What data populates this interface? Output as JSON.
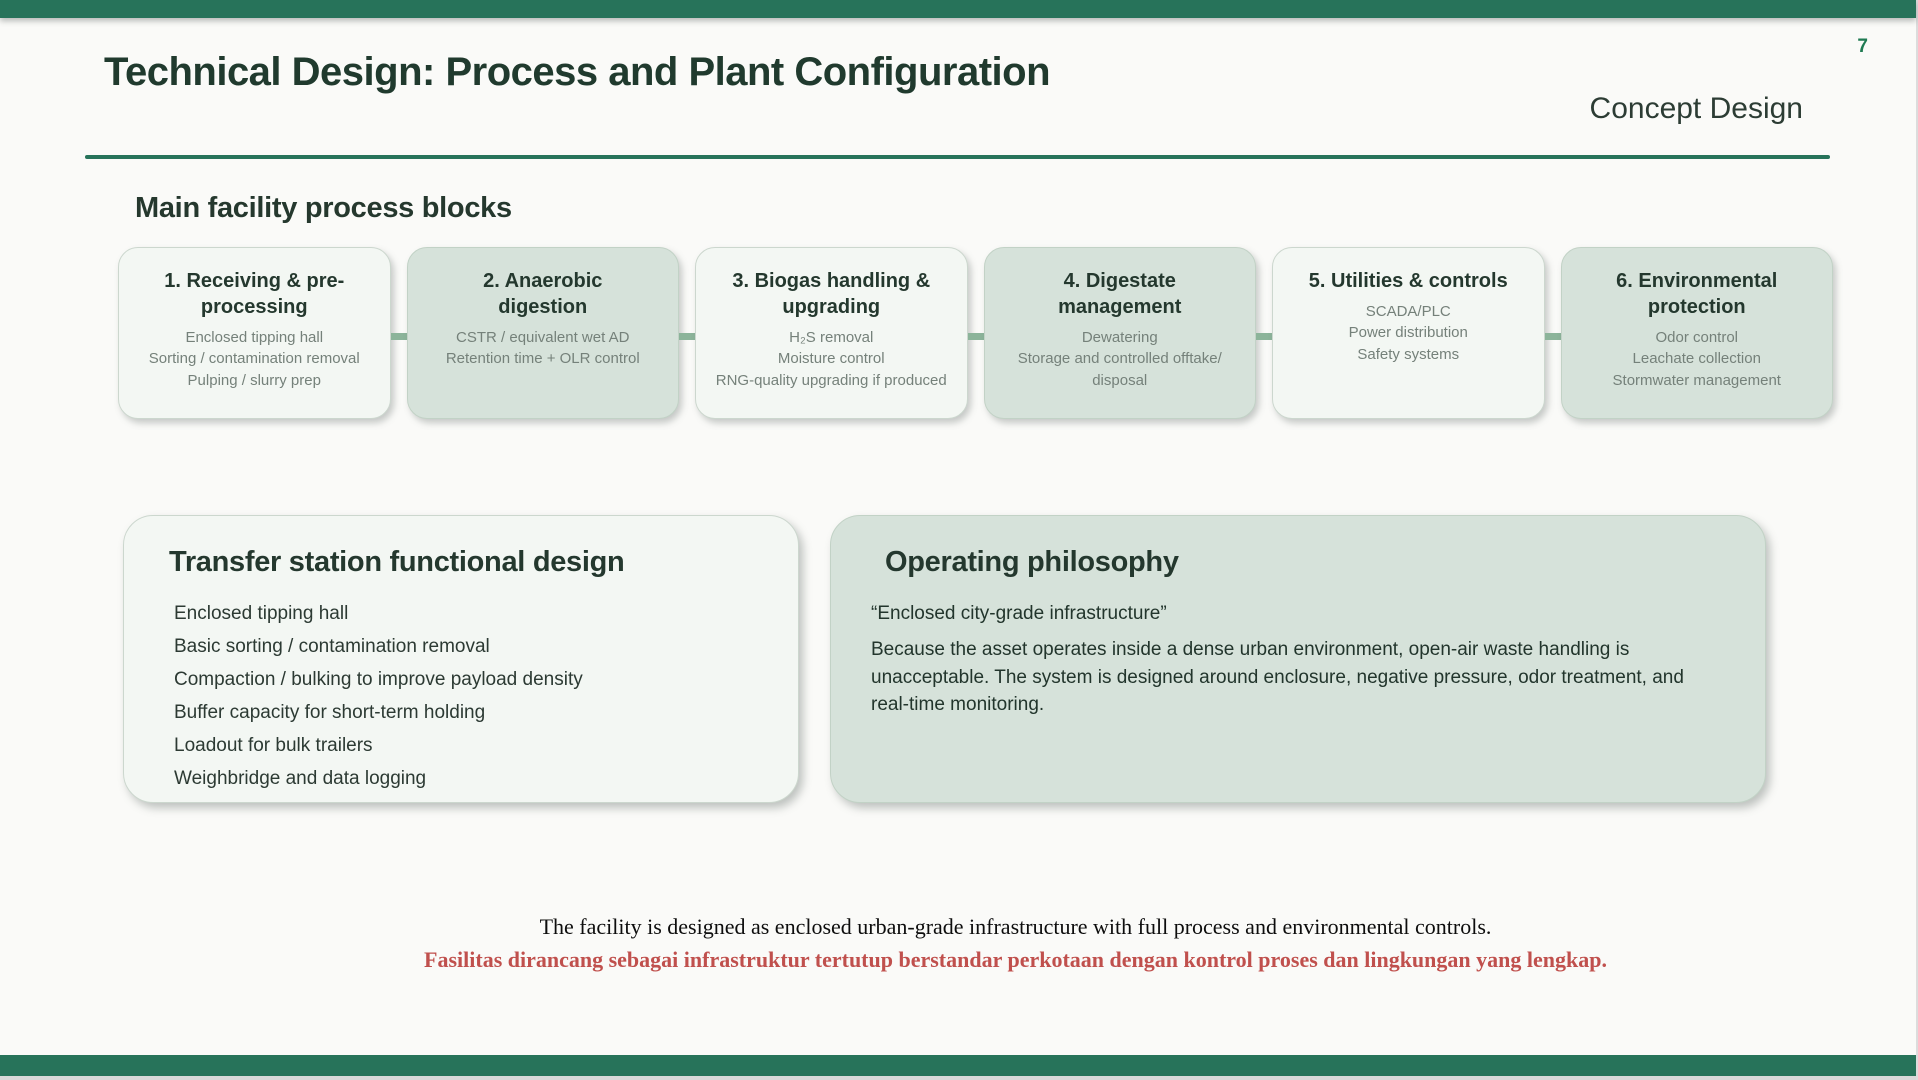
{
  "page": {
    "title": "Technical Design: Process and Plant Configuration",
    "number": "7",
    "subtitle": "Concept Design"
  },
  "section_heading": "Main facility process blocks",
  "process_blocks": [
    {
      "variant": "light",
      "title": "1. Receiving & pre-processing",
      "items": [
        "Enclosed tipping hall",
        "Sorting / contamination removal",
        "Pulping / slurry prep"
      ]
    },
    {
      "variant": "green",
      "title": "2. Anaerobic digestion",
      "items": [
        "CSTR / equivalent wet AD",
        "Retention time + OLR control"
      ]
    },
    {
      "variant": "light",
      "title": "3. Biogas handling & upgrading",
      "items": [
        "H₂S removal",
        "Moisture control",
        "RNG-quality upgrading if produced"
      ]
    },
    {
      "variant": "green",
      "title": "4. Digestate management",
      "items": [
        "Dewatering",
        "Storage and controlled offtake/ disposal"
      ]
    },
    {
      "variant": "light",
      "title": "5. Utilities & controls",
      "items": [
        "SCADA/PLC",
        "Power distribution",
        "Safety systems"
      ]
    },
    {
      "variant": "green",
      "title": "6. Environmental protection",
      "items": [
        "Odor control",
        "Leachate collection",
        "Stormwater management"
      ]
    }
  ],
  "transfer_station": {
    "title": "Transfer station functional design",
    "items": [
      "Enclosed tipping hall",
      "Basic sorting / contamination removal",
      "Compaction / bulking to improve payload density",
      "Buffer capacity for short-term holding",
      "Loadout for bulk trailers",
      "Weighbridge and data logging"
    ]
  },
  "operating_philosophy": {
    "title": "Operating philosophy",
    "quote": "“Enclosed city-grade infrastructure”",
    "body": "Because the asset operates inside a dense urban environment, open-air waste handling is unacceptable. The system is designed around enclosure, negative pressure, odor treatment, and real-time monitoring."
  },
  "footer": {
    "line_en": "The facility is designed as enclosed urban-grade infrastructure with full process and environmental controls.",
    "line_id": "Fasilitas dirancang sebagai infrastruktur tertutup berstandar perkotaan dengan kontrol proses dan lingkungan yang lengkap."
  },
  "colors": {
    "accent_green": "#27735a",
    "page_number_green": "#1f7a52",
    "light_green_fill": "#d6e2da",
    "off_white_fill": "#f3f7f3",
    "connector_green": "#8cb49a",
    "red_text": "#c0504d"
  }
}
